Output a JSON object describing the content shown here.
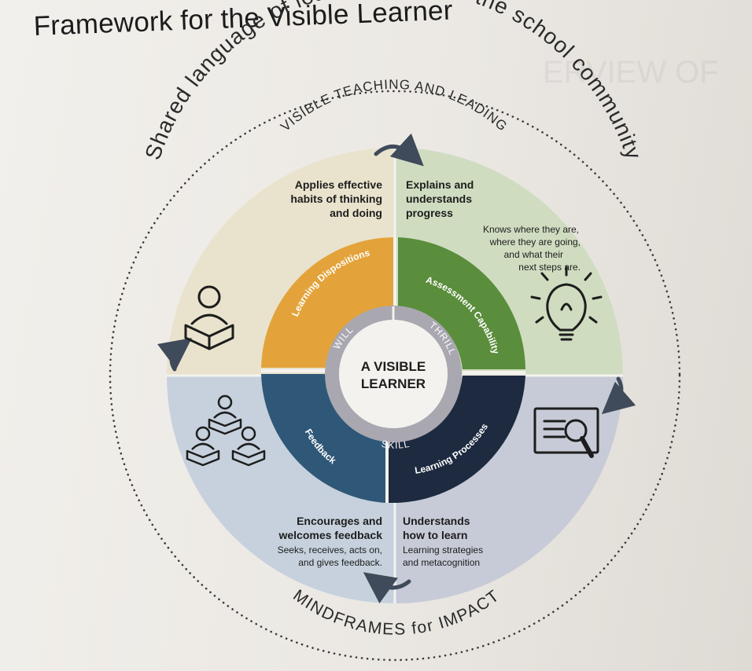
{
  "title": "Framework for the Visible Learner",
  "outer_ring": {
    "top_text": "Shared language of learning by all in the school community",
    "inner_top_text": "VISIBLE TEACHING AND LEADING",
    "bottom_text": "MINDFRAMES for IMPACT"
  },
  "center": {
    "line1": "A VISIBLE",
    "line2": "LEARNER"
  },
  "inner_ring": {
    "will": "WILL",
    "thrill": "THRILL",
    "skill": "SKILL"
  },
  "segments": {
    "learning_dispositions": "Learning Dispositions",
    "assessment_capability": "Assessment Capability",
    "learning_processes": "Learning Processes",
    "feedback": "Feedback"
  },
  "quadrant_text": {
    "top_left": {
      "line1": "Applies effective",
      "line2": "habits of thinking",
      "line3": "and doing"
    },
    "top_right": {
      "line1": "Explains and",
      "line2": "understands",
      "line3": "progress",
      "sub1": "Knows where they are,",
      "sub2": "where they are going,",
      "sub3": "and what their",
      "sub4": "next steps are."
    },
    "bottom_left": {
      "line1": "Encourages and",
      "line2": "welcomes feedback",
      "sub1": "Seeks, receives, acts on,",
      "sub2": "and gives feedback."
    },
    "bottom_right": {
      "line1": "Understands",
      "line2": "how to learn",
      "sub1": "Learning strategies",
      "sub2": "and metacognition"
    }
  },
  "icons": [
    "reader-icon",
    "lightbulb-icon",
    "monitor-search-icon",
    "group-readers-icon"
  ],
  "colors": {
    "learning_dispositions": "#e3a33a",
    "assessment_capability": "#5a8d3c",
    "learning_processes": "#1d2a3f",
    "feedback": "#2f5878",
    "quad_top_left": "#e9e3cd",
    "quad_top_right": "#cfdcc0",
    "quad_bottom_right": "#c7cbd7",
    "quad_bottom_left": "#c6d1dd",
    "inner_ring": "#a9a7b0"
  }
}
